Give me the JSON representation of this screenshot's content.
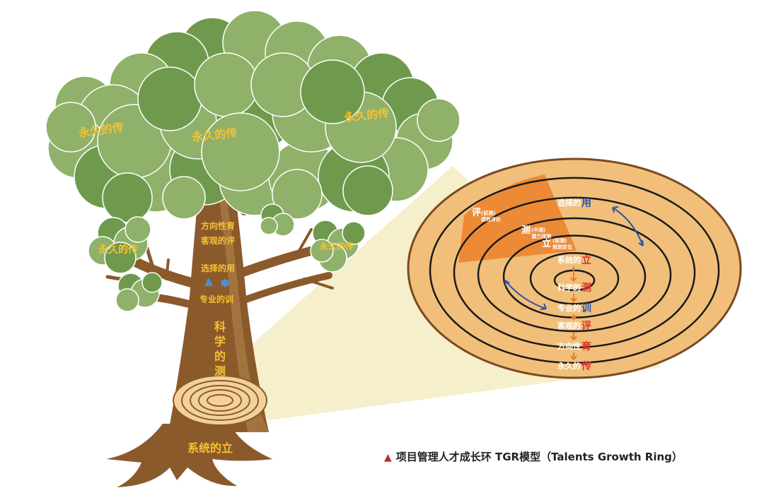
{
  "colors": {
    "foliage": "#8fb16a",
    "foliage_dark": "#6f9a4d",
    "trunk": "#8a5a2b",
    "trunk_light": "#b78650",
    "ring_fill": "#f1bf7a",
    "ring_line": "#1a1a1a",
    "sector": "#ec8a35",
    "label_gold": "#f6c233",
    "label_red": "#e0322e",
    "label_blue": "#2a56a8",
    "label_white": "#ffffff",
    "beam": "#f6efcb"
  },
  "tree": {
    "canopy_labels": [
      "永久的传",
      "永久的传",
      "永久的传"
    ],
    "branch_left_label": "永久的传",
    "branch_right_label": "永久的传",
    "trunk_labels": [
      "方向性育",
      "客观的评",
      "选择的用",
      "专业的训"
    ],
    "trunk_big_label": "科学的测",
    "stump_label": "系统的立"
  },
  "ring": {
    "sector_labels": [
      {
        "char": "评",
        "sub1": "(前测)",
        "sub2": "绩效评价"
      },
      {
        "char": "测",
        "sub1": "(中测)",
        "sub2": "潜力评测"
      },
      {
        "char": "立",
        "sub1": "(前测)",
        "sub2": "规划定位"
      }
    ],
    "top_label_prefix": "选择的",
    "top_label_char": "用",
    "column": [
      {
        "prefix": "系统的",
        "char": "立"
      },
      {
        "prefix": "科学的",
        "char": "测"
      },
      {
        "prefix": "专业的",
        "char": "训"
      },
      {
        "prefix": "客观的",
        "char": "评"
      },
      {
        "prefix": "方向性",
        "char": "育"
      },
      {
        "prefix": "永久的",
        "char": "传"
      }
    ]
  },
  "caption": {
    "text": "项目管理人才成长环   TGR模型（Talents Growth Ring）"
  }
}
